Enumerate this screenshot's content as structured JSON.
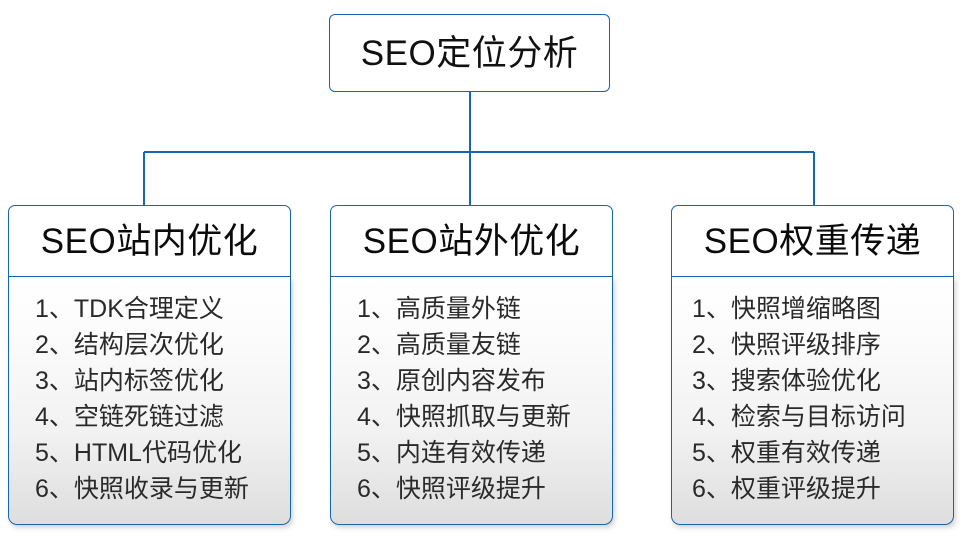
{
  "diagram": {
    "title": "SEO定位分析",
    "accent_color": "#1565b0",
    "root": {
      "label": "SEO定位分析"
    },
    "branches": [
      {
        "header": "SEO站内优化",
        "items": [
          "1、TDK合理定义",
          "2、结构层次优化",
          "3、站内标签优化",
          "4、空链死链过滤",
          "5、HTML代码优化",
          "6、快照收录与更新"
        ]
      },
      {
        "header": "SEO站外优化",
        "items": [
          "1、高质量外链",
          "2、高质量友链",
          "3、原创内容发布",
          "4、快照抓取与更新",
          "5、内连有效传递",
          "6、快照评级提升"
        ]
      },
      {
        "header": "SEO权重传递",
        "items": [
          "1、快照增缩略图",
          "2、快照评级排序",
          "3、搜索体验优化",
          "4、检索与目标访问",
          "5、权重有效传递",
          "6、权重评级提升"
        ]
      }
    ]
  }
}
